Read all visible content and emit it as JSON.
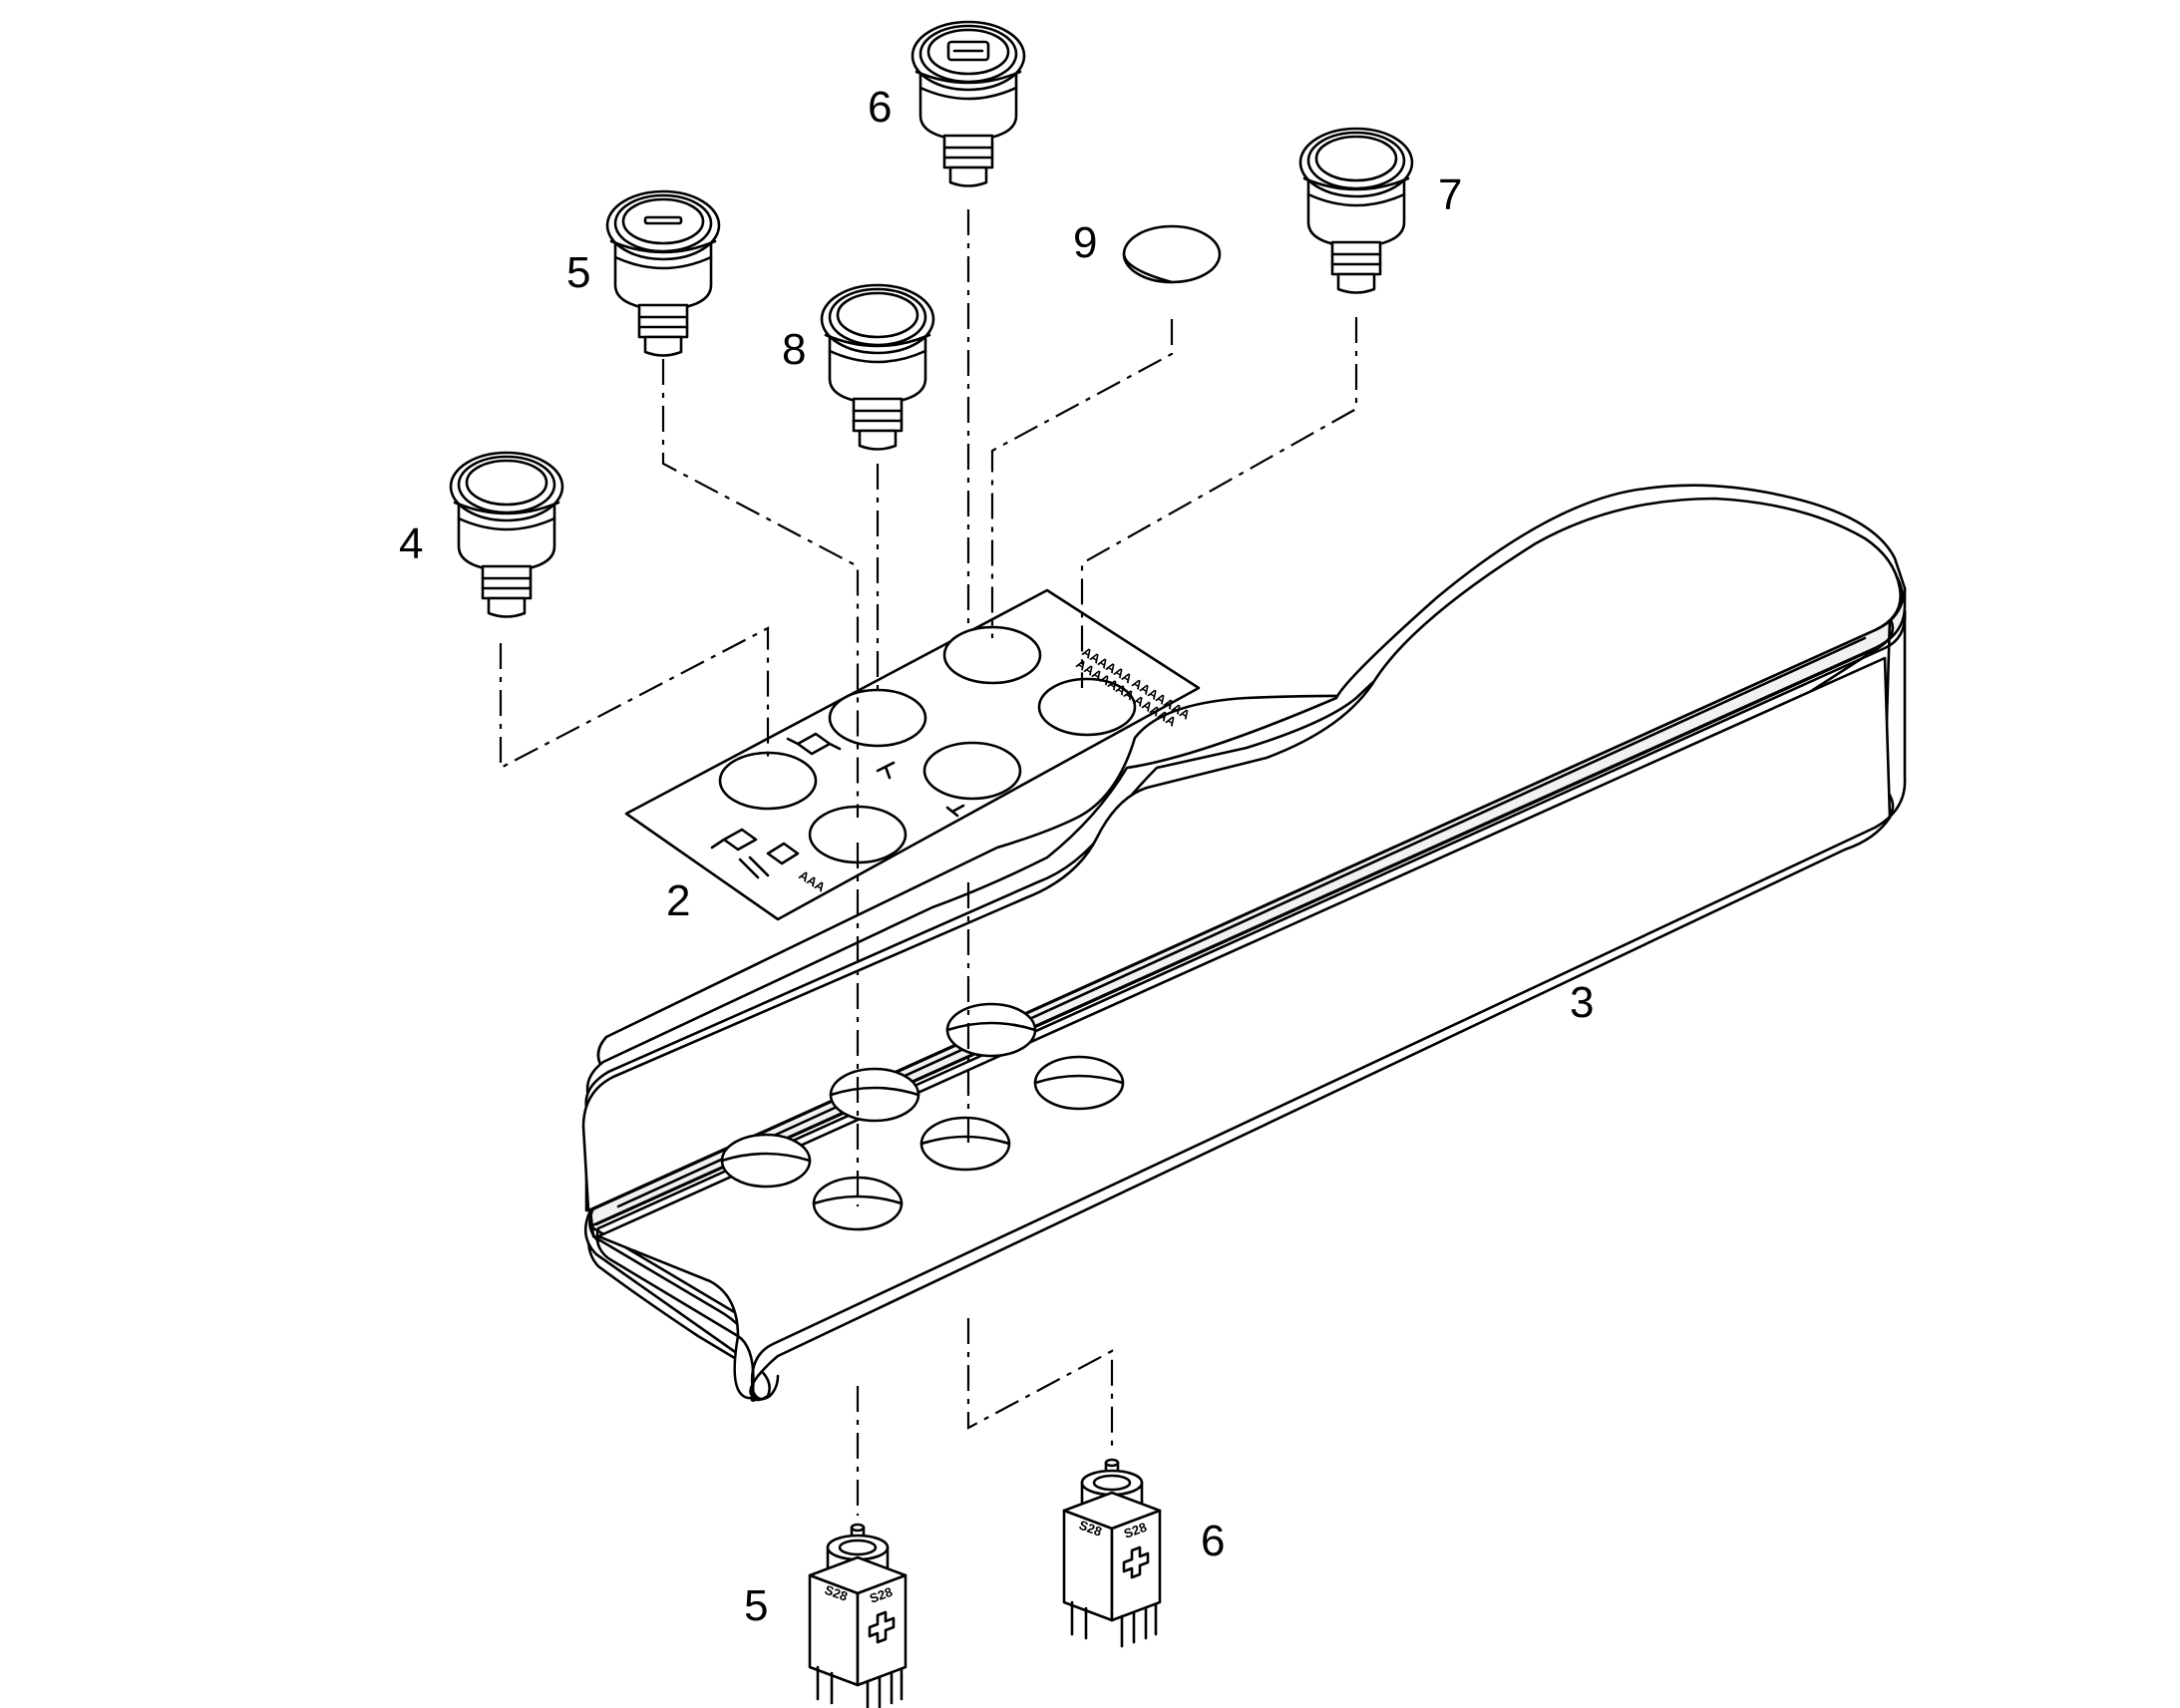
{
  "callouts": {
    "part_2": "2",
    "part_3": "3",
    "part_4": "4",
    "part_5_top": "5",
    "part_6_top": "6",
    "part_7": "7",
    "part_8": "8",
    "part_9": "9",
    "part_5_bottom": "5",
    "part_6_bottom": "6"
  },
  "switch_labels": {
    "s5_left": "S28",
    "s5_right": "S28",
    "s6_left": "S28",
    "s6_right": "S28"
  },
  "icons": [
    "pushbutton-cap",
    "keyswitch-cap",
    "lens-disc",
    "label-plate",
    "panel-cover",
    "pcb-switch"
  ],
  "colors": {
    "line": "#000000",
    "background": "#ffffff"
  }
}
